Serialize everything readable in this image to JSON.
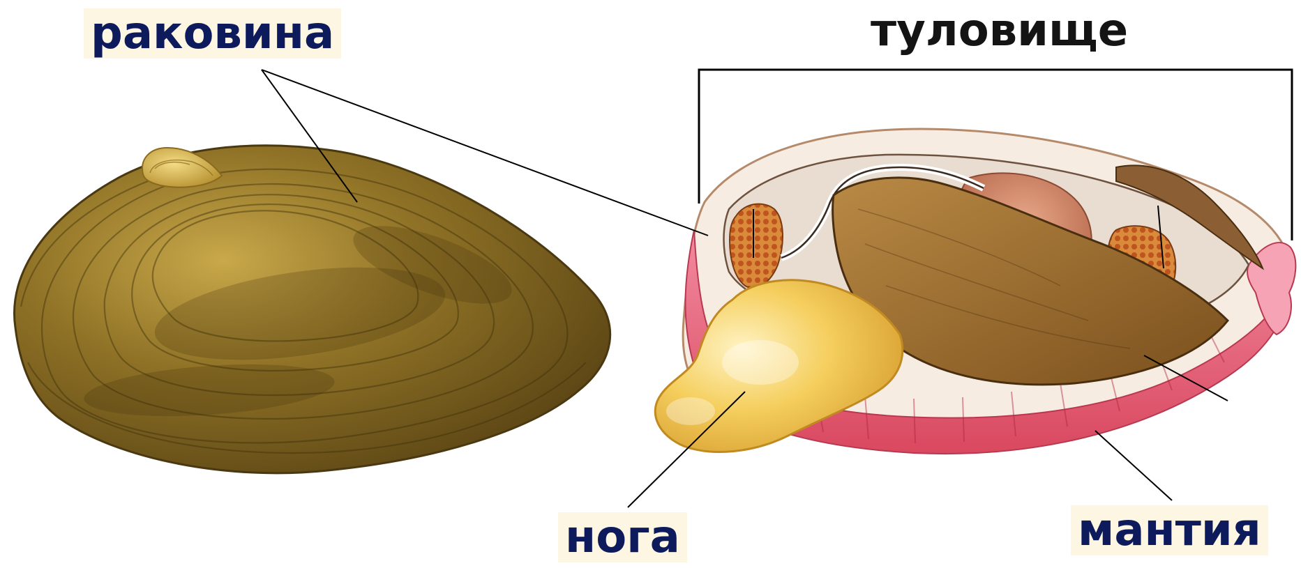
{
  "labels": {
    "shell": "раковина",
    "body": "туловище",
    "foot": "нога",
    "mantle": "мантия"
  },
  "colors": {
    "label_text": "#0d1a5c",
    "shell_base": "#8a6a1e",
    "mantle": "#e8647a",
    "foot": "#f2c94c",
    "body_brown": "#9a6a2a"
  }
}
